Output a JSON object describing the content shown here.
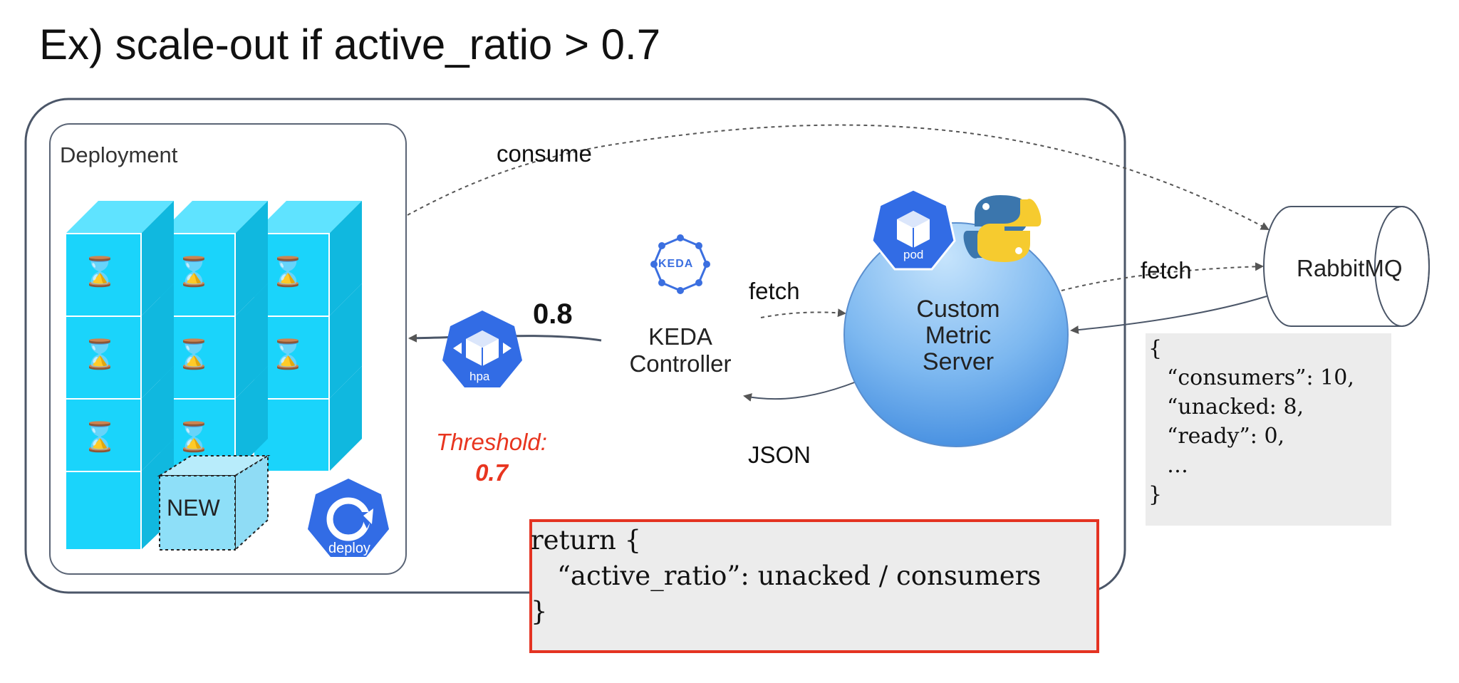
{
  "slide": {
    "title": "Ex) scale-out if active_ratio > 0.7"
  },
  "deployment": {
    "label": "Deployment",
    "pods_busy": 8,
    "new_pod_label": "NEW",
    "deploy_icon_label": "deploy"
  },
  "arrows": {
    "consume": "consume",
    "fetch_keda": "fetch",
    "fetch_rabbit": "fetch",
    "json": "JSON",
    "ratio_value": "0.8"
  },
  "hpa": {
    "icon_label": "hpa",
    "threshold_label": "Threshold:",
    "threshold_value": "0.7"
  },
  "keda": {
    "logo_text": "KEDA",
    "line1": "KEDA",
    "line2": "Controller"
  },
  "metric_server": {
    "pod_icon_label": "pod",
    "line1": "Custom",
    "line2": "Metric",
    "line3": "Server"
  },
  "rabbitmq": {
    "label": "RabbitMQ"
  },
  "json_response": {
    "lines": [
      "{",
      "“consumers”: 10,",
      "“unacked: 8,",
      "“ready”: 0,",
      "…",
      "}"
    ]
  },
  "code": {
    "lines": [
      "return {",
      "“active_ratio”: unacked / consumers",
      "}"
    ]
  },
  "colors": {
    "cube": "#1ad4fb",
    "cube_side": "#10b8df",
    "k8s_blue": "#326ce5",
    "threshold": "#e8351f",
    "code_border": "#e43322",
    "circle_top": "#b9dcfa",
    "circle_bottom": "#3f8fe0"
  }
}
